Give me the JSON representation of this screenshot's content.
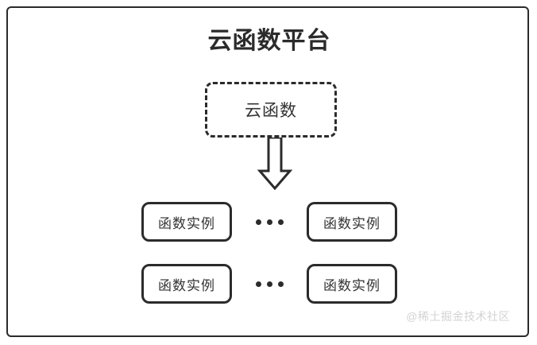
{
  "diagram": {
    "title": "云函数平台",
    "frame_color": "#2b2b2b",
    "background_color": "#ffffff",
    "function_node": {
      "label": "云函数",
      "border_style": "dashed",
      "border_color": "#2b2b2b"
    },
    "arrow": {
      "name": "down-block-arrow",
      "direction": "down",
      "fill": "#ffffff",
      "stroke": "#2b2b2b"
    },
    "instance_rows": [
      {
        "left_label": "函数实例",
        "ellipsis": "•••",
        "right_label": "函数实例"
      },
      {
        "left_label": "函数实例",
        "ellipsis": "•••",
        "right_label": "函数实例"
      }
    ],
    "watermark": "@稀土掘金技术社区",
    "watermark_color": "#d3d3d3"
  }
}
